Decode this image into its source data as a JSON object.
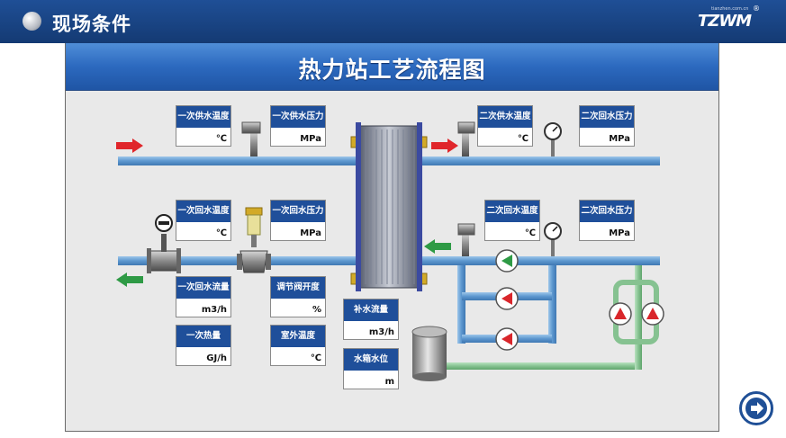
{
  "header": {
    "title": "现场条件",
    "logo_text": "TZWM",
    "logo_url": "tianzhen.com.cn",
    "logo_mark": "®"
  },
  "diagram": {
    "title": "热力站工艺流程图",
    "boxes": {
      "primary_supply_temp": {
        "label": "一次供水温度",
        "unit": "℃"
      },
      "primary_supply_pressure": {
        "label": "一次供水压力",
        "unit": "MPa"
      },
      "secondary_supply_temp": {
        "label": "二次供水温度",
        "unit": "℃"
      },
      "secondary_return_pressure_top": {
        "label": "二次回水压力",
        "unit": "MPa"
      },
      "primary_return_temp": {
        "label": "一次回水温度",
        "unit": "℃"
      },
      "primary_return_pressure": {
        "label": "一次回水压力",
        "unit": "MPa"
      },
      "secondary_return_temp": {
        "label": "二次回水温度",
        "unit": "℃"
      },
      "secondary_return_pressure": {
        "label": "二次回水压力",
        "unit": "MPa"
      },
      "primary_return_flow": {
        "label": "一次回水流量",
        "unit": "m3/h"
      },
      "valve_opening": {
        "label": "调节阀开度",
        "unit": "%"
      },
      "makeup_flow": {
        "label": "补水流量",
        "unit": "m3/h"
      },
      "primary_heat": {
        "label": "一次热量",
        "unit": "GJ/h"
      },
      "outdoor_temp": {
        "label": "室外温度",
        "unit": "℃"
      },
      "tank_level": {
        "label": "水箱水位",
        "unit": "m"
      }
    }
  },
  "colors": {
    "header_bg": "#1a4585",
    "pipe_blue": "#6fa6d6",
    "pipe_green": "#8fc79a",
    "arrow_red": "#e0262b",
    "arrow_green": "#2e9a45",
    "label_bg": "#1f4f9a"
  }
}
